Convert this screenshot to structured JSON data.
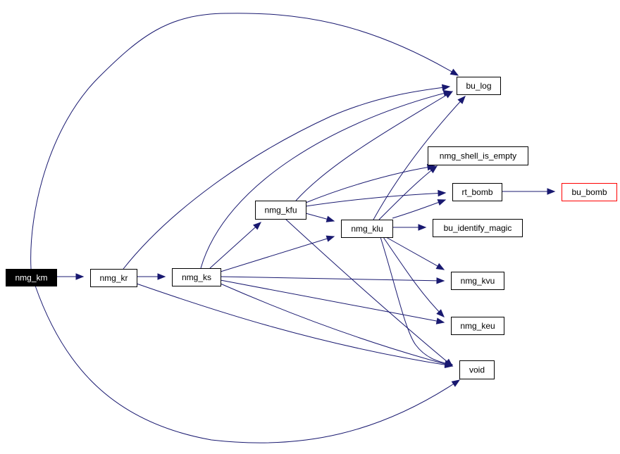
{
  "graph": {
    "edge_color": "#191970",
    "external_border_color": "#ff0000",
    "nodes": [
      {
        "id": "nmg_km",
        "label": "nmg_km",
        "style": "root"
      },
      {
        "id": "nmg_kr",
        "label": "nmg_kr",
        "style": "normal"
      },
      {
        "id": "nmg_ks",
        "label": "nmg_ks",
        "style": "normal"
      },
      {
        "id": "nmg_kfu",
        "label": "nmg_kfu",
        "style": "normal"
      },
      {
        "id": "nmg_klu",
        "label": "nmg_klu",
        "style": "normal"
      },
      {
        "id": "bu_log",
        "label": "bu_log",
        "style": "normal"
      },
      {
        "id": "nmg_shell_is_empty",
        "label": "nmg_shell_is_empty",
        "style": "normal"
      },
      {
        "id": "rt_bomb",
        "label": "rt_bomb",
        "style": "normal"
      },
      {
        "id": "bu_bomb",
        "label": "bu_bomb",
        "style": "external"
      },
      {
        "id": "bu_identify_magic",
        "label": "bu_identify_magic",
        "style": "normal"
      },
      {
        "id": "nmg_kvu",
        "label": "nmg_kvu",
        "style": "normal"
      },
      {
        "id": "nmg_keu",
        "label": "nmg_keu",
        "style": "normal"
      },
      {
        "id": "void",
        "label": "void",
        "style": "normal"
      }
    ],
    "edges": [
      {
        "from": "nmg_km",
        "to": "nmg_kr"
      },
      {
        "from": "nmg_km",
        "to": "bu_log"
      },
      {
        "from": "nmg_km",
        "to": "void"
      },
      {
        "from": "nmg_kr",
        "to": "nmg_ks"
      },
      {
        "from": "nmg_kr",
        "to": "bu_log"
      },
      {
        "from": "nmg_kr",
        "to": "void"
      },
      {
        "from": "nmg_ks",
        "to": "nmg_kfu"
      },
      {
        "from": "nmg_ks",
        "to": "nmg_klu"
      },
      {
        "from": "nmg_ks",
        "to": "bu_log"
      },
      {
        "from": "nmg_ks",
        "to": "nmg_kvu"
      },
      {
        "from": "nmg_ks",
        "to": "nmg_keu"
      },
      {
        "from": "nmg_ks",
        "to": "void"
      },
      {
        "from": "nmg_kfu",
        "to": "bu_log"
      },
      {
        "from": "nmg_kfu",
        "to": "nmg_shell_is_empty"
      },
      {
        "from": "nmg_kfu",
        "to": "rt_bomb"
      },
      {
        "from": "nmg_kfu",
        "to": "nmg_klu"
      },
      {
        "from": "nmg_kfu",
        "to": "void"
      },
      {
        "from": "nmg_klu",
        "to": "bu_log"
      },
      {
        "from": "nmg_klu",
        "to": "nmg_shell_is_empty"
      },
      {
        "from": "nmg_klu",
        "to": "rt_bomb"
      },
      {
        "from": "nmg_klu",
        "to": "bu_identify_magic"
      },
      {
        "from": "nmg_klu",
        "to": "nmg_kvu"
      },
      {
        "from": "nmg_klu",
        "to": "nmg_keu"
      },
      {
        "from": "nmg_klu",
        "to": "void"
      },
      {
        "from": "rt_bomb",
        "to": "bu_bomb"
      }
    ]
  }
}
